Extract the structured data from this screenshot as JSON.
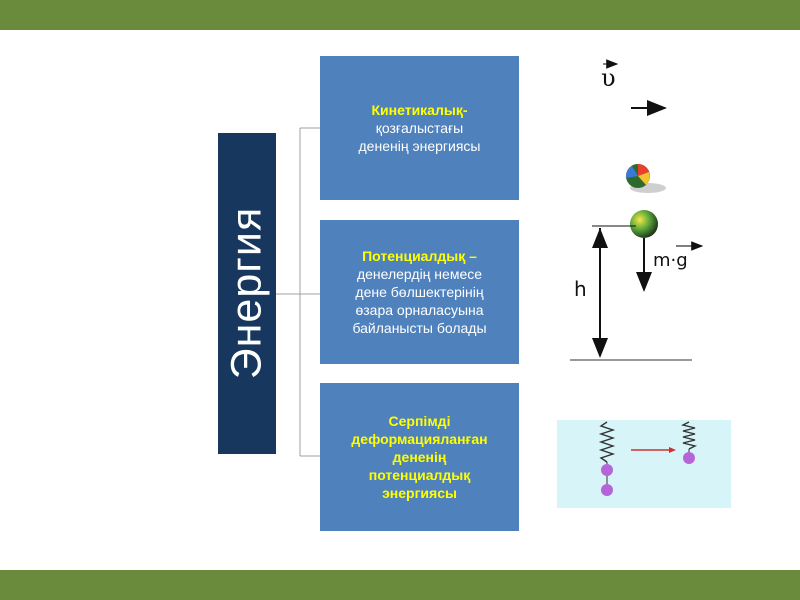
{
  "title": "Энергия",
  "boxes": [
    {
      "heading": "Кинетикалық-",
      "lines": [
        "қозғалыстағы",
        "дененің энергиясы"
      ]
    },
    {
      "heading": "Потенциалдық –",
      "lines": [
        "денелердің немесе",
        "дене бөлшектерінің",
        "өзара орналасуына",
        "байланысты болады"
      ]
    },
    {
      "heading_lines": [
        "Серпімді",
        "деформацияланған",
        "дененің",
        "потенциалдық",
        "энергиясы"
      ]
    }
  ],
  "illustrations": {
    "velocity_label": "υ",
    "force_label": "m·g",
    "height_label": "h"
  },
  "colors": {
    "band": "#6a8a3c",
    "title_box": "#17375e",
    "box": "#4f81bd",
    "highlight": "#ffff00"
  }
}
